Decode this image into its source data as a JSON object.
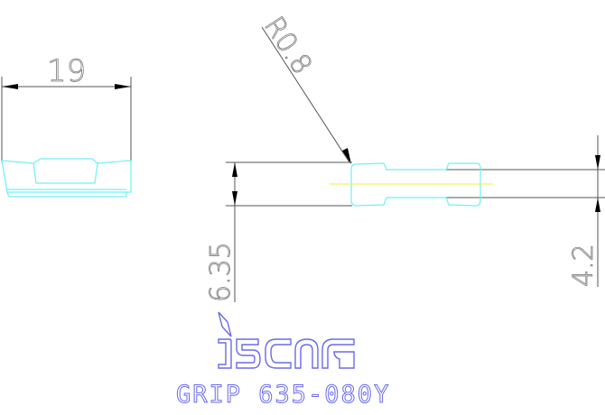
{
  "drawing": {
    "dimensions": {
      "width_label": "19",
      "radius_label": "R0.8",
      "height_label": "6.35",
      "width2_label": "4.2"
    },
    "brand": {
      "logo": "iscar-logo"
    },
    "title": {
      "part_name": "GRIP 635-080Y"
    },
    "colors": {
      "part_outline": "#6ff0f5",
      "centerline": "#f5f060",
      "dimension_line": "#555555",
      "annotation_text": "#7a7a7a",
      "title_text": "#6a6ae8"
    }
  }
}
